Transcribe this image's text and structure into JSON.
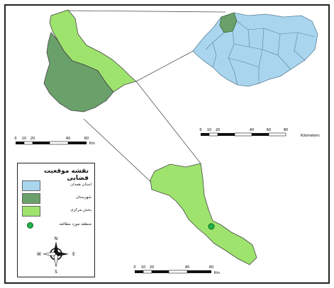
{
  "colors": {
    "province": "#a9d6ee",
    "county": "#6aa06a",
    "area": "#9ee36e",
    "study_point": "#22b14c",
    "border": "#444444"
  },
  "legend": {
    "title": "نقشه موقعیت فضایی",
    "items": [
      {
        "label": "استان همدان",
        "symbol": "swatch",
        "color": "#a9d6ee"
      },
      {
        "label": "شهرستان",
        "symbol": "swatch",
        "color": "#6aa06a"
      },
      {
        "label": "بخش مرکزی",
        "symbol": "swatch",
        "color": "#9ee36e"
      },
      {
        "label": "منطقه مورد مطالعه",
        "symbol": "dot",
        "color": "#22b14c"
      }
    ]
  },
  "compass": {
    "n": "N",
    "s": "S",
    "e": "E",
    "w": "W"
  },
  "scalebar_left": {
    "ticks": [
      "0",
      "10",
      "20",
      "40",
      "60"
    ],
    "unit": "Km"
  },
  "scalebar_right": {
    "ticks": [
      "0",
      "10",
      "20",
      "40",
      "60",
      "80"
    ],
    "unit": "Kilometers"
  },
  "scalebar_bottom": {
    "ticks": [
      "0",
      "10",
      "20",
      "40",
      "60"
    ],
    "unit": "Km"
  }
}
